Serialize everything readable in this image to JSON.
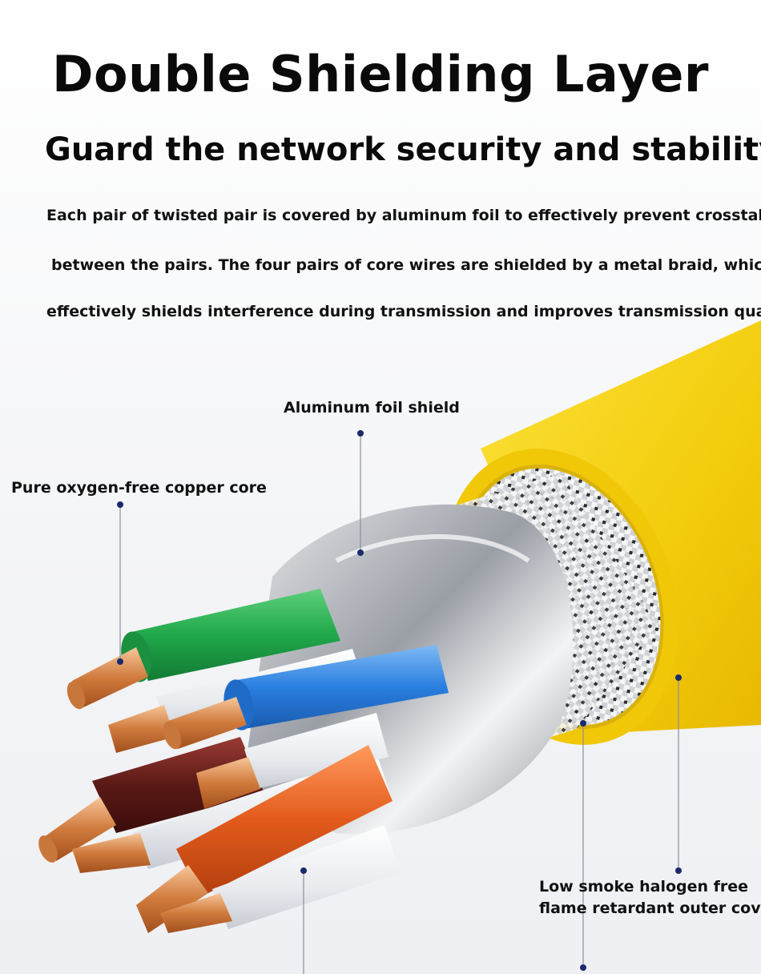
{
  "header": {
    "title": "Double Shielding Layer",
    "subtitle": "Guard the network security and stability"
  },
  "description": {
    "line1": "Each pair of twisted pair is covered by aluminum foil to effectively prevent crosstalk",
    "line2": "between the pairs. The four pairs of core wires are shielded by a metal braid, which",
    "line3": "effectively shields interference during transmission and improves transmission quality"
  },
  "callouts": {
    "aluminum_foil": "Aluminum foil shield",
    "copper_core": "Pure oxygen-free copper core",
    "outer_cover_line1": "Low smoke halogen free",
    "outer_cover_line2": "flame retardant outer cove"
  },
  "colors": {
    "jacket": "#f5d20f",
    "leader_dot": "#1a2a6b",
    "wire_green": "#1fa84a",
    "wire_blue": "#2a7fe0",
    "wire_brown": "#5a1a16",
    "wire_orange": "#e25a1c"
  }
}
